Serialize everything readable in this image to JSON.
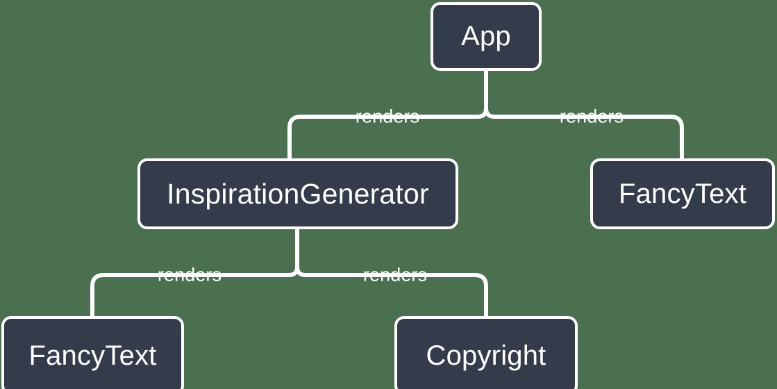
{
  "diagram": {
    "type": "component-tree",
    "background_color": "#4a7050",
    "node_fill_color": "#343b4a",
    "node_border_color": "#ffffff",
    "edge_color": "#ffffff",
    "text_color": "#ffffff",
    "nodes": [
      {
        "id": "app",
        "label": "App"
      },
      {
        "id": "inspgen",
        "label": "InspirationGenerator"
      },
      {
        "id": "fancytext_r",
        "label": "FancyText"
      },
      {
        "id": "fancytext_b",
        "label": "FancyText"
      },
      {
        "id": "copyright",
        "label": "Copyright"
      }
    ],
    "edges": [
      {
        "from": "app",
        "to": "inspgen",
        "label": "renders"
      },
      {
        "from": "app",
        "to": "fancytext_r",
        "label": "renders"
      },
      {
        "from": "inspgen",
        "to": "fancytext_b",
        "label": "renders"
      },
      {
        "from": "inspgen",
        "to": "copyright",
        "label": "renders"
      }
    ]
  }
}
